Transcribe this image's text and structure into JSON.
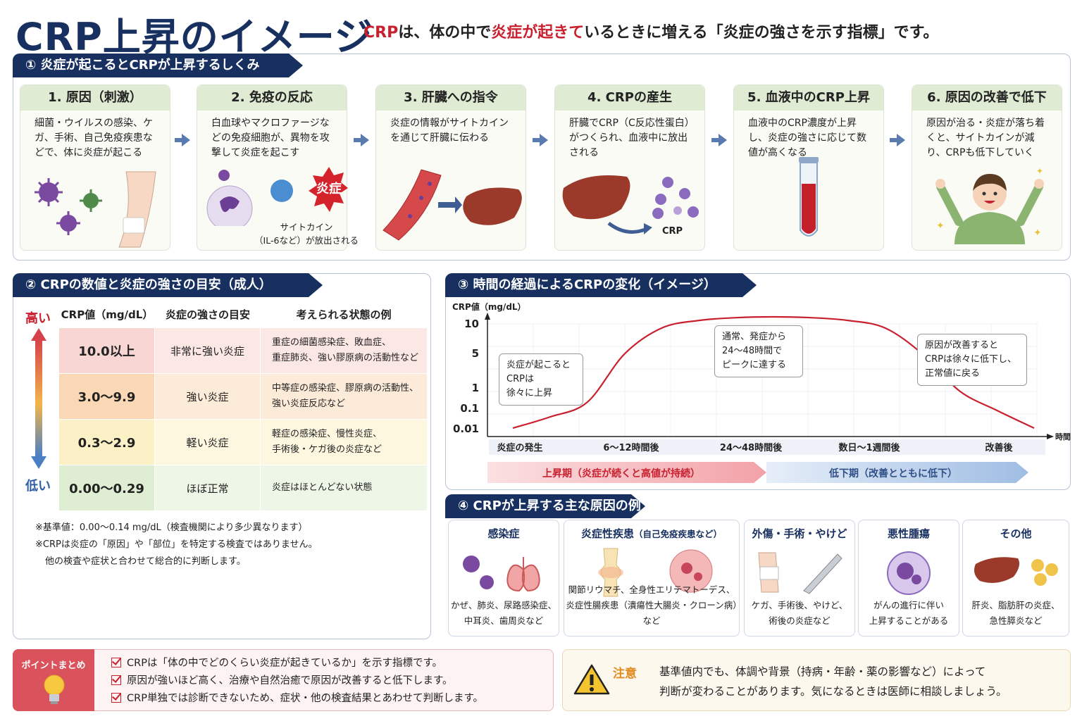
{
  "header": {
    "title": "CRP上昇のイメージ",
    "subtitle_parts": [
      "CRP",
      "は、体の中で",
      "炎症が起きて",
      "いるときに増える「炎症の強さを示す指標」です。"
    ]
  },
  "section1": {
    "title": "① 炎症が起こるとCRPが上昇するしくみ",
    "steps": [
      {
        "title": "1. 原因（刺激）",
        "text": "細菌・ウイルスの感染、ケガ、手術、自己免疫疾患などで、体に炎症が起こる"
      },
      {
        "title": "2. 免疫の反応",
        "text": "白血球やマクロファージなどの免疫細胞が、異物を攻撃して炎症を起こす",
        "badge": "炎症",
        "caption1": "サイトカイン",
        "caption2": "（IL-6など）が放出される"
      },
      {
        "title": "3. 肝臓への指令",
        "text": "炎症の情報がサイトカインを通じて肝臓に伝わる"
      },
      {
        "title": "4. CRPの産生",
        "text": "肝臓でCRP（C反応性蛋白）がつくられ、血液中に放出される",
        "caption": "CRP"
      },
      {
        "title": "5. 血液中のCRP上昇",
        "text": "血液中のCRP濃度が上昇し、炎症の強さに応じて数値が高くなる"
      },
      {
        "title": "6. 原因の改善で低下",
        "text": "原因が治る・炎症が落ち着くと、サイトカインが減り、CRPも低下していく"
      }
    ]
  },
  "section2": {
    "title": "② CRPの数値と炎症の強さの目安（成人）",
    "high_label": "高い",
    "low_label": "低い",
    "headers": [
      "CRP値（mg/dL）",
      "炎症の強さの目安",
      "考えられる状態の例"
    ],
    "rows": [
      {
        "value": "10.0以上",
        "level": "非常に強い炎症",
        "examples": [
          "重症の細菌感染症、敗血症、",
          "重症肺炎、強い膠原病の活動性など"
        ],
        "color": "#f8d6d3",
        "color2": "#fbe7e4"
      },
      {
        "value": "3.0〜9.9",
        "level": "強い炎症",
        "examples": [
          "中等症の感染症、膠原病の活動性、",
          "強い炎症反応など"
        ],
        "color": "#fad8b6",
        "color2": "#fcebd8"
      },
      {
        "value": "0.3〜2.9",
        "level": "軽い炎症",
        "examples": [
          "軽症の感染症、慢性炎症、",
          "手術後・ケガ後の炎症など"
        ],
        "color": "#fbf0c6",
        "color2": "#fdf7e0"
      },
      {
        "value": "0.00〜0.29",
        "level": "ほぼ正常",
        "examples": [
          "炎症はほとんどない状態"
        ],
        "color": "#dfedd3",
        "color2": "#eef6e7"
      }
    ],
    "notes": [
      "※基準値：0.00〜0.14 mg/dL（検査機関により多少異なります）",
      "※CRPは炎症の「原因」や「部位」を特定する検査ではありません。",
      "他の検査や症状と合わせて総合的に判断します。"
    ]
  },
  "section3": {
    "title": "③ 時間の経過によるCRPの変化（イメージ）",
    "bubbles": [
      [
        "炎症が起こると",
        "CRPは",
        "徐々に上昇"
      ],
      [
        "通常、発症から",
        "24〜48時間で",
        "ピークに達する"
      ],
      [
        "原因が改善すると",
        "CRPは徐々に低下し、",
        "正常値に戻る"
      ]
    ],
    "phase_up": "上昇期（炎症が続くと高値が持続）",
    "phase_down": "低下期（改善とともに低下）"
  },
  "chart_data": {
    "type": "line",
    "ylabel": "CRP値（mg/dL）",
    "xlabel": "時間",
    "y_ticks": [
      "10",
      "5",
      "1",
      "0.1",
      "0.01"
    ],
    "x_ticks": [
      "炎症の発生",
      "6〜12時間後",
      "24〜48時間後",
      "数日〜1週間後",
      "改善後"
    ],
    "series": [
      {
        "values": [
          0.01,
          0.02,
          0.05,
          1,
          5,
          8,
          9.5,
          10,
          9.5,
          8,
          5,
          1,
          0.1,
          0.03,
          0.01
        ]
      }
    ],
    "curve_color": "#c8202e"
  },
  "section4": {
    "title": "④ CRPが上昇する主な原因の例",
    "causes": [
      {
        "title": "感染症",
        "sub": "",
        "lines": [
          "かぜ、肺炎、尿路感染症、",
          "中耳炎、歯周炎など"
        ]
      },
      {
        "title": "炎症性疾患",
        "sub": "（自己免疫疾患など）",
        "lines": [
          "関節リウマチ、全身性エリテマトーデス、",
          "炎症性腸疾患（潰瘍性大腸炎・クローン病）など"
        ]
      },
      {
        "title": "外傷・手術・やけど",
        "sub": "",
        "lines": [
          "ケガ、手術後、やけど、",
          "術後の炎症など"
        ]
      },
      {
        "title": "悪性腫瘍",
        "sub": "",
        "lines": [
          "がんの進行に伴い",
          "上昇することがある"
        ]
      },
      {
        "title": "その他",
        "sub": "",
        "lines": [
          "肝炎、脂肪肝の炎症、",
          "急性膵炎など"
        ]
      }
    ]
  },
  "points": {
    "label": "ポイントまとめ",
    "items": [
      "CRPは「体の中でどのくらい炎症が起きているか」を示す指標です。",
      "原因が強いほど高く、治療や自然治癒で原因が改善すると低下します。",
      "CRP単独では診断できないため、症状・他の検査結果とあわせて判断します。"
    ]
  },
  "caution": {
    "label": "注意",
    "lines": [
      "基準値内でも、体調や背景（持病・年齢・薬の影響など）によって",
      "判断が変わることがあります。気になるときは医師に相談しましょう。"
    ]
  },
  "colors": {
    "navy": "#17305f",
    "red": "#c8202e",
    "green_header": "#dfebd3"
  }
}
